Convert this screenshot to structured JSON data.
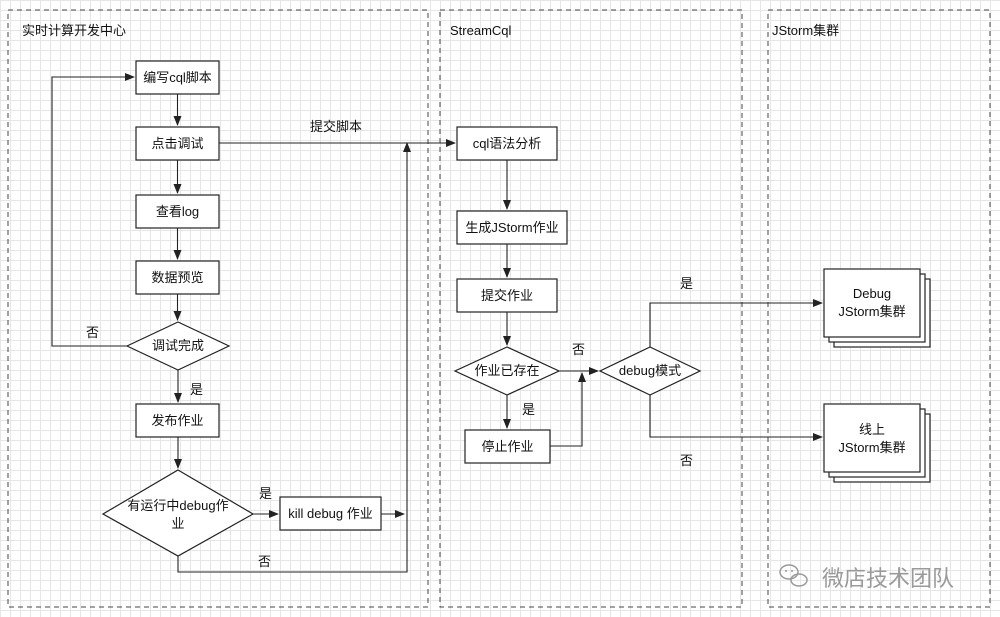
{
  "lanes": {
    "dev_center": "实时计算开发中心",
    "streamcql": "StreamCql",
    "jstorm": "JStorm集群"
  },
  "nodes": {
    "write_cql": "编写cql脚本",
    "click_debug": "点击调试",
    "view_log": "查看log",
    "data_preview": "数据预览",
    "debug_done": "调试完成",
    "publish_job": "发布作业",
    "running_debug_line1": "有运行中debug作",
    "running_debug_line2": "业",
    "kill_debug": "kill debug 作业",
    "cql_parse": "cql语法分析",
    "gen_job": "生成JStorm作业",
    "submit_job": "提交作业",
    "job_exists": "作业已存在",
    "stop_job": "停止作业",
    "debug_mode": "debug模式",
    "debug_cluster_line1": "Debug",
    "debug_cluster_line2": "JStorm集群",
    "online_cluster_line1": "线上",
    "online_cluster_line2": "JStorm集群"
  },
  "edge_labels": {
    "submit_script": "提交脚本",
    "no_loop": "否",
    "yes_publish": "是",
    "yes_kill": "是",
    "no_bypass": "否",
    "no_exists": "否",
    "yes_exists": "是",
    "yes_debug": "是",
    "no_debug": "否"
  },
  "watermark": "微店技术团队",
  "icons": {
    "wechat": "wechat-icon"
  }
}
